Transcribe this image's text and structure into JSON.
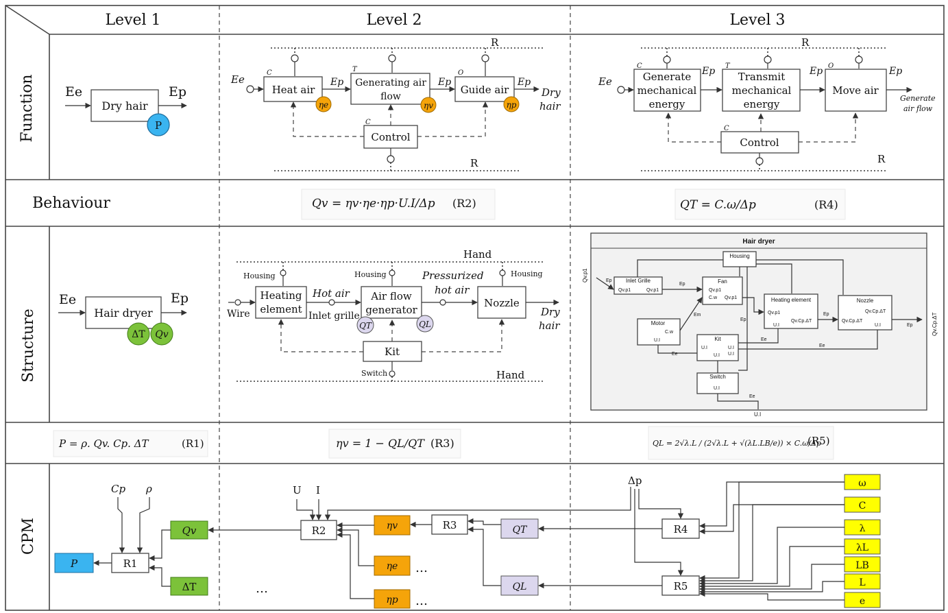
{
  "headers": {
    "level1": "Level 1",
    "level2": "Level 2",
    "level3": "Level 3"
  },
  "rows": {
    "function": "Function",
    "behaviour": "Behaviour",
    "structure": "Structure",
    "cpm": "CPM"
  },
  "func1": {
    "Ee": "Ee",
    "Ep": "Ep",
    "box": "Dry hair",
    "P": "P"
  },
  "func2": {
    "Ee": "Ee",
    "heat": "Heat air",
    "gen": [
      "Generating air",
      "flow"
    ],
    "guide": "Guide air",
    "control": "Control",
    "Ep": "Ep",
    "dry": [
      "Dry",
      "hair"
    ],
    "R": "R",
    "C": "C",
    "T": "T",
    "O": "O",
    "eta_e": "ηe",
    "eta_v": "ηv",
    "eta_p": "ηp"
  },
  "func3": {
    "Ee": "Ee",
    "gen": [
      "Generate",
      "mechanical",
      "energy"
    ],
    "trans": [
      "Transmit",
      "mechanical",
      "energy"
    ],
    "move": "Move air",
    "control": "Control",
    "Ep": "Ep",
    "out": [
      "Generate",
      "air flow"
    ],
    "R": "R",
    "C": "C",
    "T": "T",
    "O": "O"
  },
  "behaviour": {
    "eq2": "Qv = ηv·ηe·ηp·U.I/Δp",
    "eq2_tag": "(R2)",
    "eq4": "QT = C.ω/Δp",
    "eq4_tag": "(R4)"
  },
  "struct1": {
    "Ee": "Ee",
    "Ep": "Ep",
    "box": "Hair dryer",
    "dT": "ΔT",
    "Qv": "Qv"
  },
  "struct2": {
    "hand": "Hand",
    "housing": "Housing",
    "heating": [
      "Heating",
      "element"
    ],
    "hotair": "Hot air",
    "airflow": [
      "Air flow",
      "generator"
    ],
    "press": [
      "Pressurized",
      "hot air"
    ],
    "nozzle": "Nozzle",
    "dry": [
      "Dry",
      "hair"
    ],
    "wire": "Wire",
    "inlet": "Inlet grille",
    "kit": "Kit",
    "switch": "Switch",
    "QT": "QT",
    "QL": "QL"
  },
  "struct3": {
    "title": "Hair dryer",
    "housing": "Housing",
    "inlet": "Inlet Grille",
    "fan": "Fan",
    "heating": "Heating element",
    "nozzle": "Nozzle",
    "motor": "Motor",
    "kit": "Kit",
    "switch": "Switch",
    "ui": "U.I",
    "qvp": "Qv.p1",
    "cw": "C.w",
    "qvcp": "Qv.Cp.ΔT",
    "ep": "Ep",
    "ee": "Ee",
    "em": "Em",
    "left": "Qv.p1",
    "right": "Qv.Cp.ΔT"
  },
  "eqs": {
    "r1": "P = ρ. Qv. Cp. ΔT",
    "r1_tag": "(R1)",
    "r3": "ηv = 1 − QL/QT",
    "r3_tag": "(R3)",
    "r5": "QL = 2√λ.L / (2√λ.L + √(λL.LB/e)) × C.ω/Δp",
    "r5_tag": "(R5)"
  },
  "cpm": {
    "Cp": "Cp",
    "rho": "ρ",
    "Qv": "Qv",
    "dT": "ΔT",
    "P": "P",
    "R1": "R1",
    "U": "U",
    "I": "I",
    "R2": "R2",
    "R3": "R3",
    "eta_v": "ηv",
    "eta_e": "ηe",
    "eta_p": "ηp",
    "QT": "QT",
    "QL": "QL",
    "dp": "Δp",
    "R4": "R4",
    "R5": "R5",
    "params": [
      "ω",
      "C",
      "λ",
      "λL",
      "LB",
      "L",
      "e"
    ],
    "dots": "…"
  },
  "colors": {
    "orange": "#f5a40a",
    "blue": "#3ab4f0",
    "green": "#7cc23a",
    "lavender": "#dcd7ee",
    "yellow": "#ffff00"
  }
}
